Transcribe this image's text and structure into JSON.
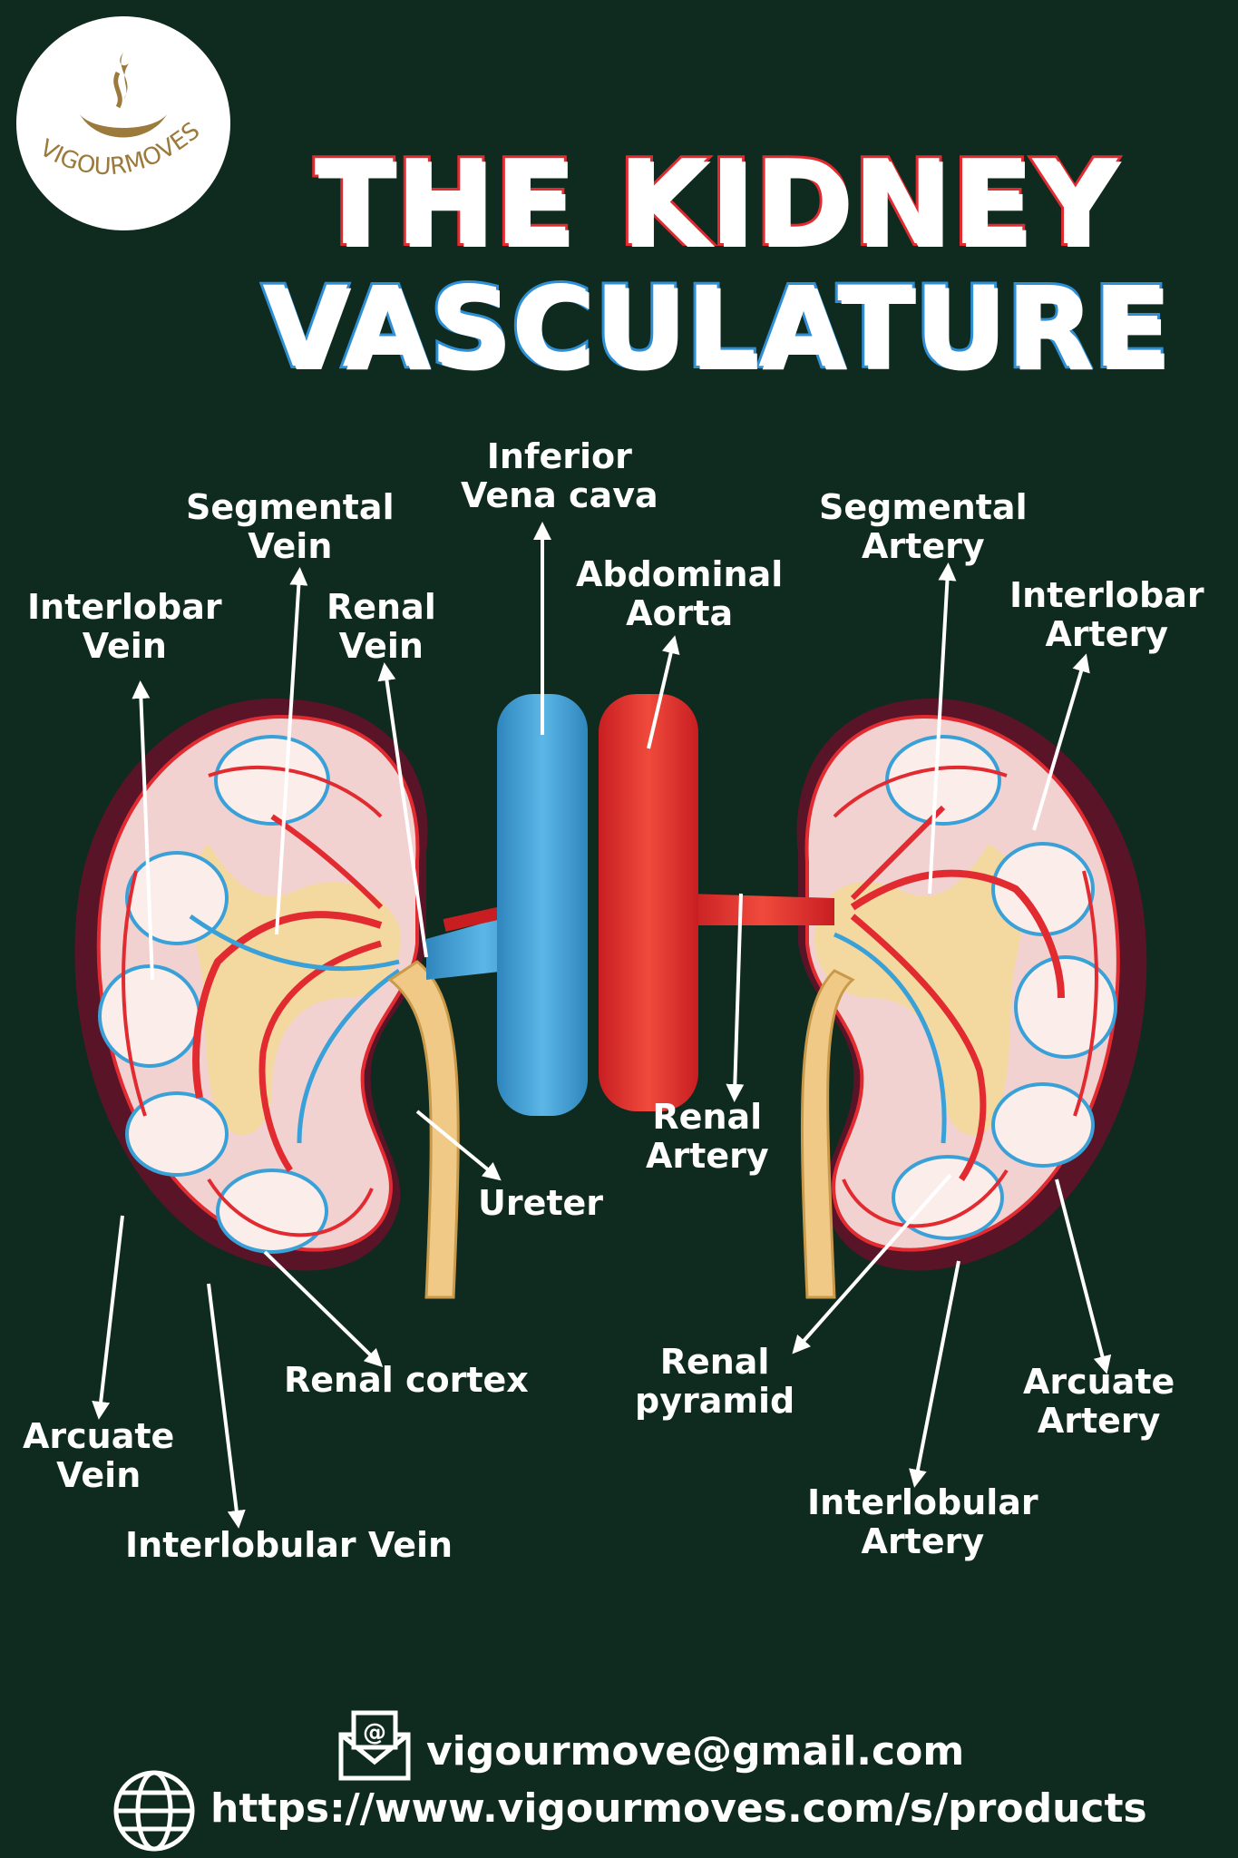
{
  "brand": {
    "logo_text": "VIGOURMOVES",
    "colors": {
      "background": "#0f2a1e",
      "artery": "#e22b31",
      "vein": "#3aa0d8",
      "logo_gold": "#9b7a3c"
    }
  },
  "title": {
    "line1": "THE KIDNEY",
    "line2": "VASCULATURE"
  },
  "labels": {
    "inferior_vena_cava": [
      "Inferior",
      "Vena cava"
    ],
    "segmental_vein": [
      "Segmental",
      "Vein"
    ],
    "interlobar_vein": [
      "Interlobar",
      "Vein"
    ],
    "renal_vein": [
      "Renal",
      "Vein"
    ],
    "abdominal_aorta": [
      "Abdominal",
      "Aorta"
    ],
    "segmental_artery": [
      "Segmental",
      "Artery"
    ],
    "interlobar_artery": [
      "Interlobar",
      "Artery"
    ],
    "renal_artery": [
      "Renal",
      "Artery"
    ],
    "ureter": [
      "Ureter"
    ],
    "renal_cortex": [
      "Renal cortex"
    ],
    "renal_pyramid": [
      "Renal",
      "pyramid"
    ],
    "arcuate_vein": [
      "Arcuate",
      "Vein"
    ],
    "arcuate_artery": [
      "Arcuate",
      "Artery"
    ],
    "interlobular_vein": [
      "Interlobular Vein"
    ],
    "interlobular_artery": [
      "Interlobular",
      "Artery"
    ]
  },
  "contact": {
    "email": "vigourmove@gmail.com",
    "url": "https://www.vigourmoves.com/s/products",
    "email_icon": "envelope-at-icon",
    "url_icon": "globe-icon"
  }
}
